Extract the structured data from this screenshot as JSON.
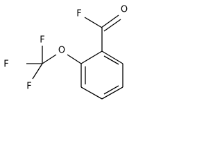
{
  "molecule": {
    "atoms": {
      "o_carbonyl": "O",
      "f_acyl": "F",
      "o_ether": "O",
      "f_top": "F",
      "f_left": "F",
      "f_bottom": "F"
    }
  }
}
